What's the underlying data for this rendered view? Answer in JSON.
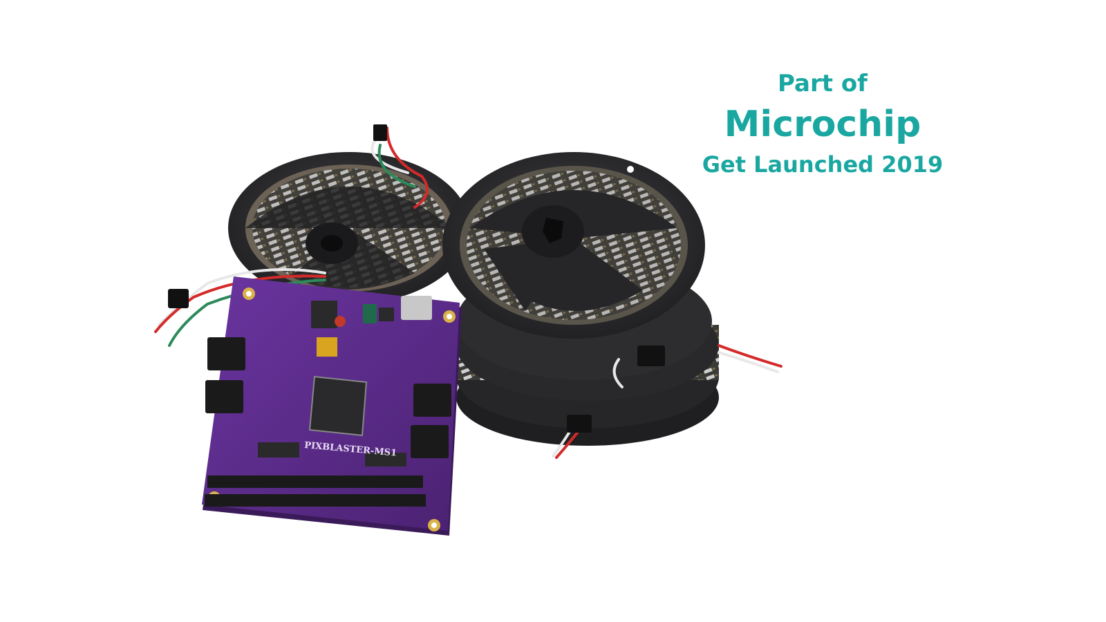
{
  "promo": {
    "line1": "Part of",
    "line2": "Microchip",
    "line3": "Get Launched 2019"
  },
  "board": {
    "label": "PIXBLASTER-MS1"
  },
  "colors": {
    "accent": "#1aa7a1",
    "board": "#5a2a86",
    "reel": "#2b2b2d"
  }
}
